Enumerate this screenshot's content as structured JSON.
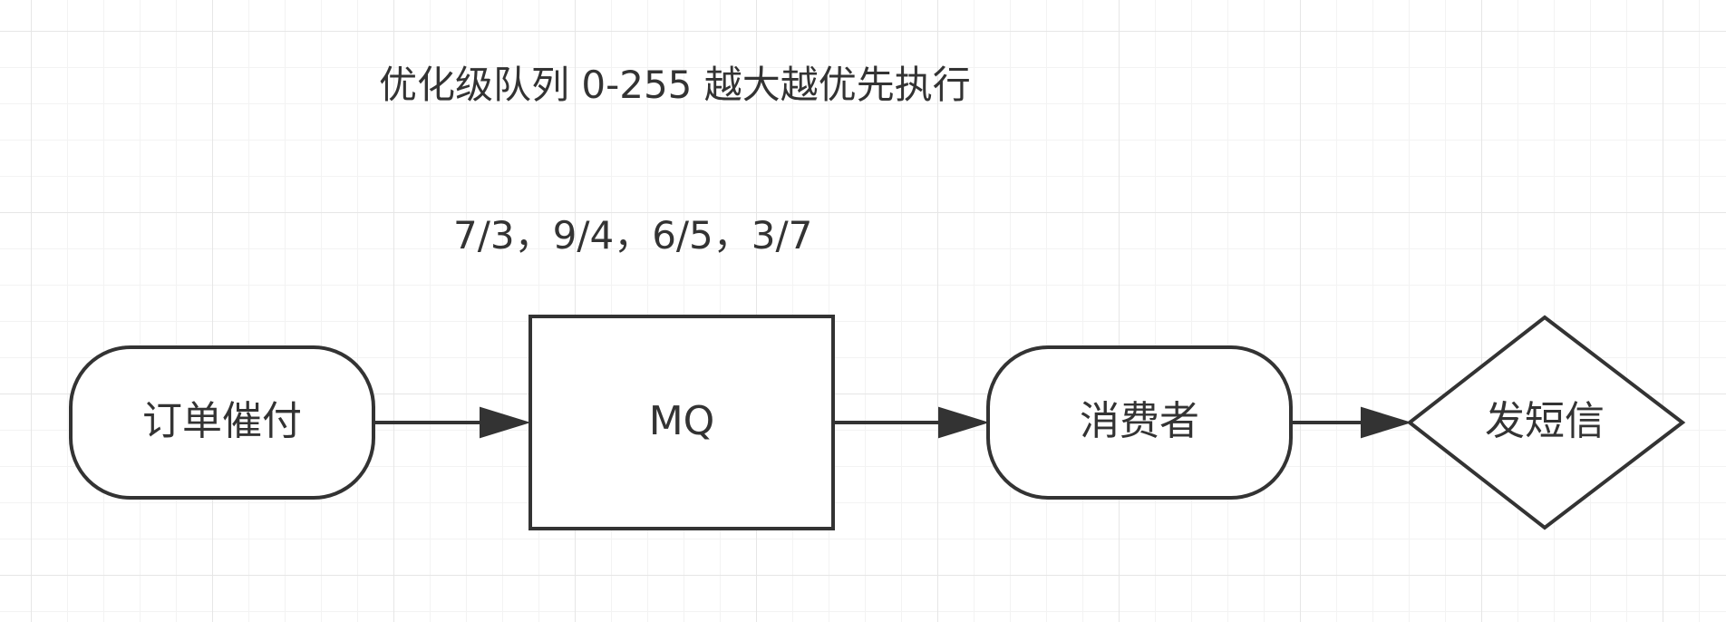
{
  "diagram": {
    "title": "优化级队列  0-255 越大越优先执行",
    "queue_contents": "7/3，9/4，6/5，3/7",
    "nodes": {
      "producer": {
        "label": "订单催付",
        "shape": "rounded-rectangle"
      },
      "mq": {
        "label": "MQ",
        "shape": "rectangle"
      },
      "consumer": {
        "label": "消费者",
        "shape": "rounded-rectangle"
      },
      "action": {
        "label": "发短信",
        "shape": "diamond"
      }
    },
    "edges": [
      {
        "from": "producer",
        "to": "mq"
      },
      {
        "from": "mq",
        "to": "consumer"
      },
      {
        "from": "consumer",
        "to": "action"
      }
    ]
  },
  "colors": {
    "stroke": "#333333",
    "text": "#333333",
    "grid": "#e6e6e6",
    "background": "#ffffff"
  }
}
